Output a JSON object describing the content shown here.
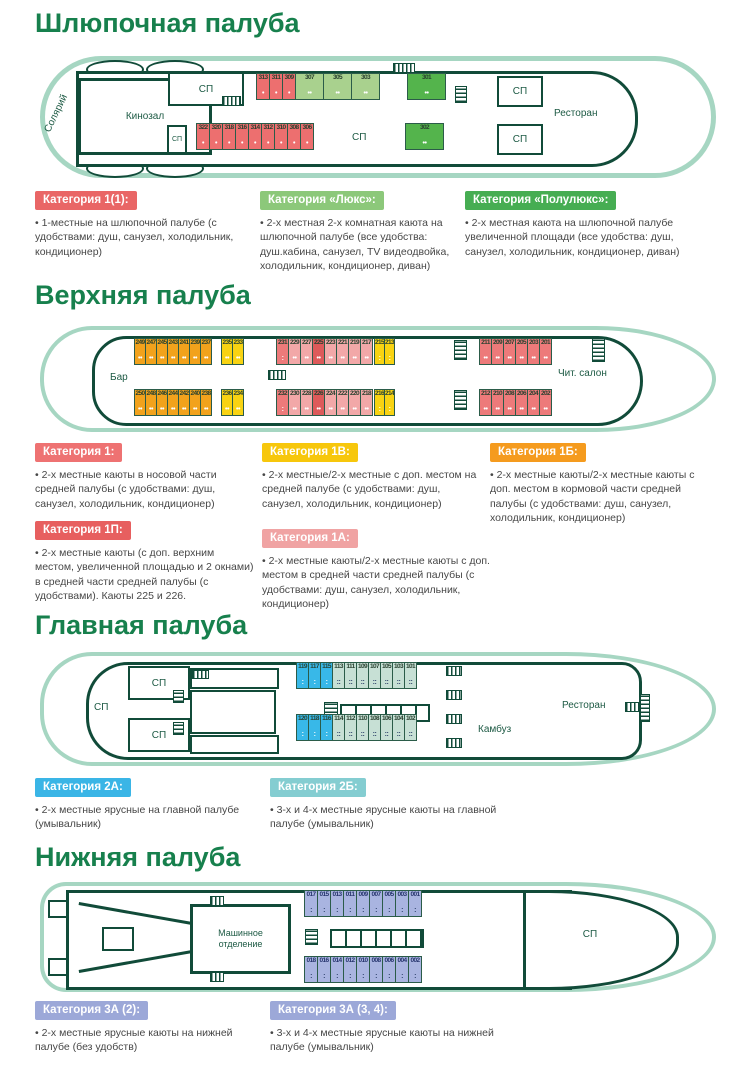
{
  "decks": [
    {
      "title": "Шлюпочная палуба",
      "labels": {
        "solarium": "Солярий",
        "cinema": "Кинозал",
        "sp_top": "СП",
        "sp_small": "СП",
        "sp_aft": "СП",
        "sp_fwd_top": "СП",
        "sp_fwd_bottom": "СП",
        "restaurant": "Ресторан"
      },
      "cabins_top": [
        {
          "cls": "c-red",
          "icon": "•",
          "w": 14,
          "nums": [
            "313",
            "311",
            "309"
          ]
        },
        {
          "cls": "c-lgreen",
          "icon": "••",
          "w": 29,
          "nums": [
            "307",
            "305",
            "303"
          ]
        },
        {
          "cls": "c-green",
          "icon": "••",
          "w": 39,
          "gap": 28,
          "nums": [
            "301"
          ]
        }
      ],
      "cabins_bottom": [
        {
          "cls": "c-red",
          "icon": "•",
          "w": 14,
          "nums": [
            "322",
            "320",
            "318",
            "316",
            "314",
            "312",
            "310",
            "308",
            "306"
          ]
        },
        {
          "cls": "c-green",
          "icon": "••",
          "w": 39,
          "gap": 92,
          "nums": [
            "302"
          ]
        }
      ],
      "legends": [
        {
          "badge": "Категория 1(1):",
          "color": "#e96666",
          "text": "• 1-местные на шлюпочной палубе (с удобствами: душ, санузел, холодильник, кондиционер)"
        },
        {
          "badge": "Категория «Люкс»:",
          "color": "#8cc87a",
          "text": "• 2-х местная 2-х комнатная каюта на шлюпочной палубе (все удобства: душ.кабина, санузел, TV видеодвойка, холодильник, кондиционер, диван)"
        },
        {
          "badge": "Категория «Полулюкс»:",
          "color": "#46ad52",
          "text": "• 2-х местная каюта на шлюпочной палубе увеличенной площади (все удобства: душ, санузел, холодильник, кондиционер, диван)"
        }
      ]
    },
    {
      "title": "Верхняя палуба",
      "labels": {
        "bar": "Бар",
        "salon": "Чит. салон"
      },
      "cabins_top": [
        {
          "cls": "c-orange",
          "icon": "••",
          "w": 12,
          "nums": [
            "249",
            "247",
            "245",
            "243",
            "241",
            "239",
            "237"
          ]
        },
        {
          "cls": "c-yellow",
          "icon": "••",
          "w": 12,
          "gap": 10,
          "nums": [
            "235",
            "233"
          ]
        },
        {
          "cls": "c-rose",
          "icon": ":",
          "w": 13,
          "gap": 33,
          "nums": [
            "231"
          ]
        },
        {
          "cls": "c-pink",
          "icon": "••",
          "w": 13,
          "nums": [
            "229",
            "227"
          ]
        },
        {
          "cls": "c-dred",
          "icon": "••",
          "w": 13,
          "nums": [
            "225"
          ]
        },
        {
          "cls": "c-pink",
          "icon": "••",
          "w": 13,
          "nums": [
            "223",
            "221",
            "219",
            "217"
          ]
        },
        {
          "cls": "c-yellow",
          "icon": ":",
          "w": 11,
          "gap": 2,
          "nums": [
            "215",
            "213"
          ]
        },
        {
          "cls": "c-rose",
          "icon": "••",
          "w": 13,
          "gap": 85,
          "nums": [
            "211",
            "209",
            "207",
            "205",
            "203",
            "201"
          ]
        }
      ],
      "cabins_bottom": [
        {
          "cls": "c-orange",
          "icon": "••",
          "w": 12,
          "nums": [
            "250",
            "248",
            "246",
            "244",
            "242",
            "240",
            "238"
          ]
        },
        {
          "cls": "c-yellow",
          "icon": "••",
          "w": 12,
          "gap": 10,
          "nums": [
            "236",
            "234"
          ]
        },
        {
          "cls": "c-rose",
          "icon": ":",
          "w": 13,
          "gap": 33,
          "nums": [
            "232"
          ]
        },
        {
          "cls": "c-pink",
          "icon": "••",
          "w": 13,
          "nums": [
            "230",
            "228"
          ]
        },
        {
          "cls": "c-dred",
          "icon": "••",
          "w": 13,
          "nums": [
            "226"
          ]
        },
        {
          "cls": "c-pink",
          "icon": "••",
          "w": 13,
          "nums": [
            "224",
            "222",
            "220",
            "218"
          ]
        },
        {
          "cls": "c-yellow",
          "icon": ":",
          "w": 11,
          "gap": 2,
          "nums": [
            "216",
            "214"
          ]
        },
        {
          "cls": "c-rose",
          "icon": "••",
          "w": 13,
          "gap": 85,
          "nums": [
            "212",
            "210",
            "208",
            "206",
            "204",
            "202"
          ]
        }
      ],
      "legends": [
        {
          "badge": "Категория 1:",
          "color": "#ee7272",
          "text": "• 2-х местные каюты в носовой части средней палубы (с удобствами: душ, санузел, холодильник, кондиционер)"
        },
        {
          "badge": "Категория 1В:",
          "color": "#f7c70c",
          "text": "• 2-х местные/2-х местные с доп. местом на средней палубе (с удобствами: душ, санузел, холодильник, кондиционер)"
        },
        {
          "badge": "Категория 1Б:",
          "color": "#f59b1e",
          "text": "• 2-х местные каюты/2-х местные каюты с доп. местом в кормовой части средней палубы (с удобствами: душ, санузел, холодильник, кондиционер)"
        },
        {
          "badge": "Категория 1П:",
          "color": "#e75f5f",
          "text": "• 2-х местные каюты (с доп. верхним местом, увеличенной площадью и 2 окнами) в средней части средней палубы (с удобствами). Каюты 225 и 226."
        },
        {
          "badge": "Категория 1А:",
          "color": "#f0a3a3",
          "text": "• 2-х местные каюты/2-х местные каюты с доп. местом в средней части средней палубы (с удобствами: душ, санузел, холодильник, кондиционер)"
        }
      ]
    },
    {
      "title": "Главная палуба",
      "labels": {
        "sp_top": "СП",
        "sp_left": "СП",
        "sp_bottom": "СП",
        "galley": "Камбуз",
        "restaurant": "Ресторан"
      },
      "cabins_top": [
        {
          "cls": "c-blue",
          "icon": ":",
          "w": 13,
          "nums": [
            "119",
            "117",
            "115"
          ]
        },
        {
          "cls": "c-mint",
          "icon": "::",
          "w": 13,
          "nums": [
            "113",
            "111",
            "109",
            "107",
            "105",
            "103",
            "101"
          ]
        }
      ],
      "cabins_bottom": [
        {
          "cls": "c-blue",
          "icon": ":",
          "w": 13,
          "nums": [
            "120",
            "118",
            "116"
          ]
        },
        {
          "cls": "c-mint",
          "icon": "::",
          "w": 13,
          "nums": [
            "114",
            "112",
            "110",
            "108",
            "106",
            "104",
            "102"
          ]
        }
      ],
      "legends": [
        {
          "badge": "Категория 2А:",
          "color": "#3ab5e6",
          "text": "• 2-х местные ярусные на главной палубе (умывальник)"
        },
        {
          "badge": "Категория 2Б:",
          "color": "#84cdd1",
          "text": "• 3-х и 4-х местные ярусные каюты на главной палубе (умывальник)"
        }
      ]
    },
    {
      "title": "Нижняя палуба",
      "labels": {
        "engine": "Машинное отделение",
        "sp": "СП"
      },
      "cabins_top": [
        {
          "cls": "c-lilac",
          "icon": ":",
          "w": 14,
          "nums": [
            "017",
            "015",
            "013",
            "011",
            "009",
            "007",
            "005",
            "003",
            "001"
          ]
        }
      ],
      "cabins_bottom": [
        {
          "cls": "c-lilac",
          "icon": ":",
          "w": 14,
          "nums": [
            "018",
            "016",
            "014",
            "012",
            "010",
            "008",
            "006",
            "004",
            "002"
          ]
        }
      ],
      "legends": [
        {
          "badge": "Категория 3А (2):",
          "color": "#9ca8d8",
          "text": "• 2-х местные ярусные каюты на нижней палубе (без удобств)"
        },
        {
          "badge": "Категория 3А (3, 4):",
          "color": "#9ca8d8",
          "text": "• 3-х и 4-х местные ярусные каюты на нижней палубе (умывальник)"
        }
      ]
    }
  ]
}
